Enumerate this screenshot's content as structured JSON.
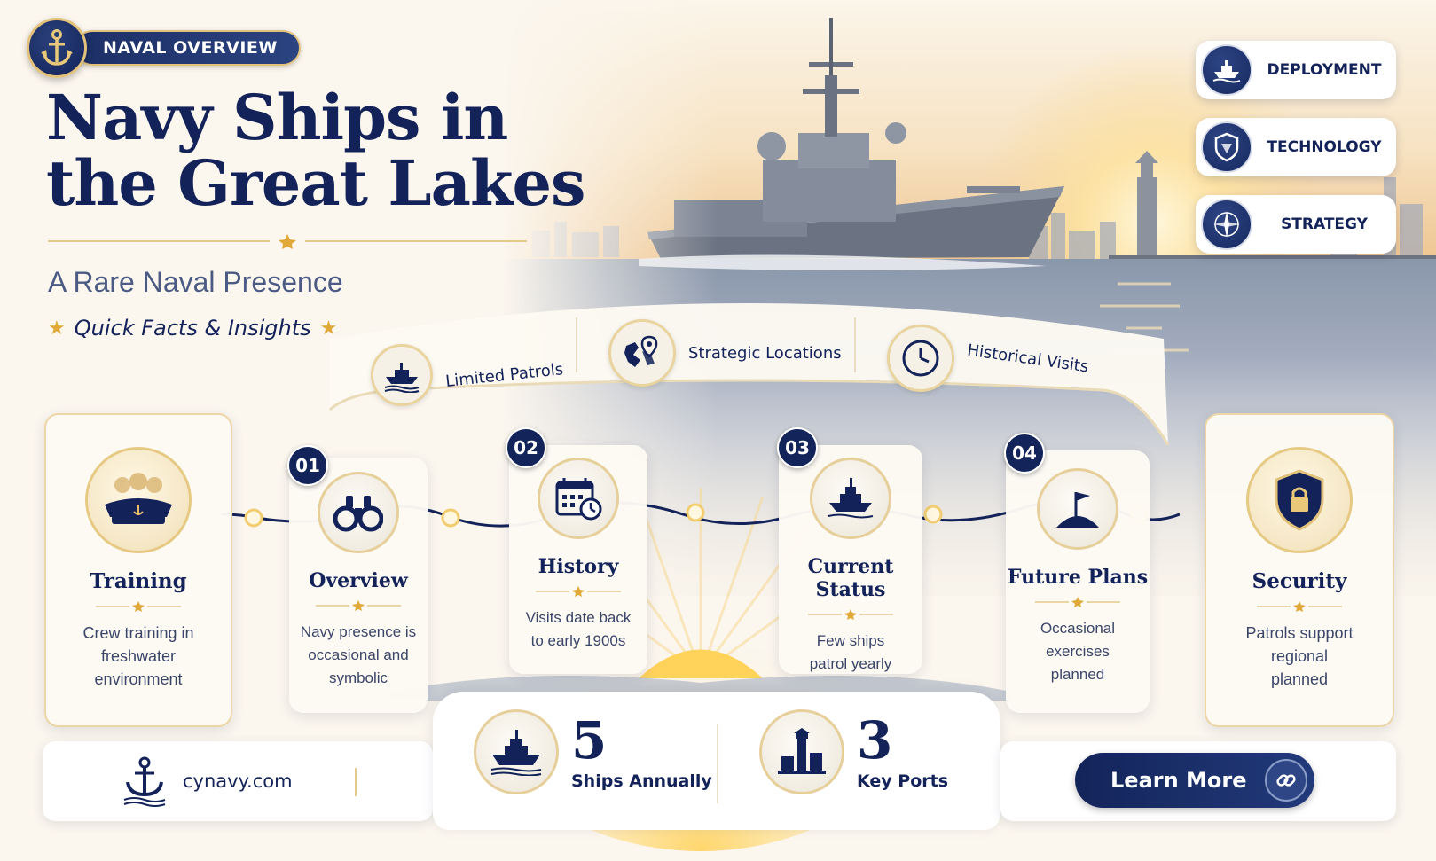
{
  "header": {
    "badge_label": "NAVAL OVERVIEW",
    "title_line1": "Navy Ships in",
    "title_line2": "the Great Lakes",
    "subtitle": "A Rare Naval Presence",
    "quick_label": "Quick Facts & Insights"
  },
  "side_nav": [
    {
      "label": "DEPLOYMENT",
      "icon": "ship-icon"
    },
    {
      "label": "TECHNOLOGY",
      "icon": "shield-icon"
    },
    {
      "label": "STRATEGY",
      "icon": "compass-icon"
    }
  ],
  "highlights": [
    {
      "label": "Limited Patrols",
      "icon": "ship-waves-icon"
    },
    {
      "label": "Strategic Locations",
      "icon": "map-pin-icon"
    },
    {
      "label": "Historical Visits",
      "icon": "clock-icon"
    }
  ],
  "cards": {
    "training": {
      "title": "Training",
      "text": [
        "Crew training in",
        "freshwater",
        "environment"
      ]
    },
    "overview": {
      "num": "01",
      "title": "Overview",
      "text": [
        "Navy presence is",
        "occasional and",
        "symbolic"
      ]
    },
    "history": {
      "num": "02",
      "title": "History",
      "text": [
        "Visits date back",
        "to early 1900s"
      ]
    },
    "status": {
      "num": "03",
      "title": "Current Status",
      "text": [
        "Few ships",
        "patrol yearly"
      ]
    },
    "future": {
      "num": "04",
      "title": "Future Plans",
      "text": [
        "Occasional",
        "exercises",
        "planned"
      ]
    },
    "security": {
      "title": "Security",
      "text": [
        "Patrols support",
        "regional",
        "planned"
      ]
    }
  },
  "footer": {
    "site": "cynavy.com",
    "stats": [
      {
        "value": "5",
        "label": "Ships Annually"
      },
      {
        "value": "3",
        "label": "Key Ports"
      }
    ],
    "cta_label": "Learn More"
  },
  "colors": {
    "navy": "#13235a",
    "gold": "#e2c27b",
    "cream": "#fbf6ee"
  }
}
